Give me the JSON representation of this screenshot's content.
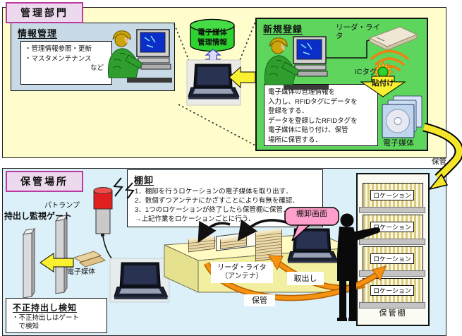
{
  "colors": {
    "top_section_bg": "#FFFDCB",
    "bottom_section_bg": "#DBF0F8",
    "title_box_bg": "#EDD9ED",
    "title_box_border": "#B93BA1",
    "info_box_bg": "#C7DAE5",
    "registration_box_bg": "#5ED65E",
    "database_green": "#2FD32F",
    "yellow_arrow": "#FAF032",
    "orange_arrow": "#F08300",
    "bubble_pink": "#FF9FCB",
    "lamp_red": "#E21F1F"
  },
  "top": {
    "section_title": "管理部門",
    "info_box": {
      "title": "情報管理",
      "note_lines": [
        "・管理情報参照・更新",
        "・マスタメンテナンス",
        "など"
      ]
    },
    "database_label": "電子媒体\n管理情報",
    "new_reg": {
      "title": "新規登録",
      "reader_writer_label": "リーダ・ライタ",
      "ic_tag_label": "ICタグ",
      "attach_label": "貼付け",
      "media_label": "電子媒体",
      "description": "電子媒体の管理情報を\n入力し、RFIDタグにデータを\n登録をする．\nデータを登録したRFIDタグを\n電子媒体に貼り付け、保管\n場所に保管する．"
    },
    "store_arrow_label": "保管"
  },
  "bottom": {
    "section_title": "保管場所",
    "inventory_box": {
      "title": "棚卸",
      "steps": "1．棚卸を行うロケーションの電子媒体を取り出す．\n2．数個ずつアンテナにかざすことにより有無を確認．\n3．1つのロケーションが終了したら保管棚に保管．\n→上記作業をロケーションごとに行う．"
    },
    "patlamp_label": "パトランプ",
    "gate_label": "持出し監視ゲート",
    "gate_media_label": "電子媒体",
    "detection_box": {
      "title": "不正持出し検知",
      "note": "・不正持出しはゲート\n　で検知"
    },
    "screen_bubble": "棚卸画面",
    "antenna_label": "リーダ・ライタ\n（アンテナ）",
    "takeout_label": "取出し",
    "store_label": "保管",
    "shelf": {
      "locations": [
        "ロケーション",
        "ロケーション",
        "ロケーション",
        "ロケーション"
      ],
      "label": "保管棚"
    }
  }
}
